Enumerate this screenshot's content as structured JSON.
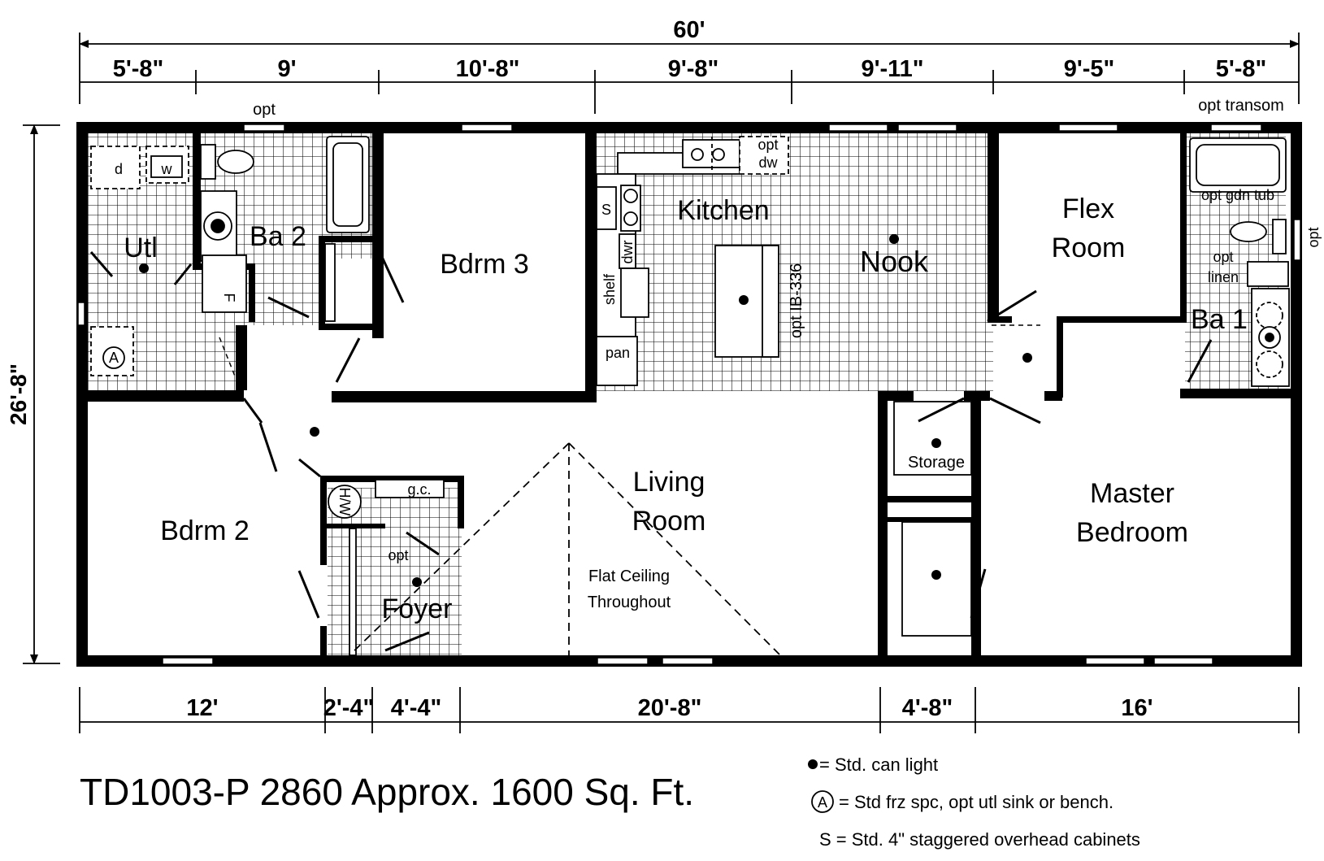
{
  "dimensions": {
    "overall_width": "60'",
    "overall_depth": "26'-8\"",
    "top": [
      "5'-8\"",
      "9'",
      "10'-8\"",
      "9'-8\"",
      "9'-11\"",
      "9'-5\"",
      "5'-8\""
    ],
    "bottom": [
      "12'",
      "2'-4\"",
      "4'-4\"",
      "20'-8\"",
      "4'-8\"",
      "16'"
    ]
  },
  "rooms": {
    "utl": "Utl",
    "ba2": "Ba 2",
    "bdrm3": "Bdrm 3",
    "kitchen": "Kitchen",
    "nook": "Nook",
    "flex_line1": "Flex",
    "flex_line2": "Room",
    "ba1": "Ba 1",
    "bdrm2": "Bdrm 2",
    "living_line1": "Living",
    "living_line2": "Room",
    "storage": "Storage",
    "master_line1": "Master",
    "master_line2": "Bedroom",
    "foyer": "Foyer"
  },
  "notes": {
    "opt_top": "opt",
    "opt_transom": "opt transom",
    "opt_dw_1": "opt",
    "opt_dw_2": "dw",
    "opt_gdn_tub": "opt gdn tub",
    "opt_side": "opt",
    "opt_linen_1": "opt",
    "opt_linen_2": "linen",
    "opt_ib": "opt IB-336",
    "opt_foyer": "opt",
    "gc": "g.c.",
    "flat_ceiling_1": "Flat Ceiling",
    "flat_ceiling_2": "Throughout",
    "dryer": "d",
    "washer": "w",
    "furnace": "F",
    "water_heater": "H/W",
    "s": "S",
    "dwr": "dwr",
    "shelf": "shelf",
    "pan": "pan",
    "a_mark": "A"
  },
  "title": "TD1003-P 2860 Approx. 1600 Sq. Ft.",
  "legend": {
    "light": "= Std. can light",
    "a_note": "= Std frz spc, opt utl sink or bench.",
    "s_note": "S = Std. 4\" staggered overhead cabinets"
  }
}
